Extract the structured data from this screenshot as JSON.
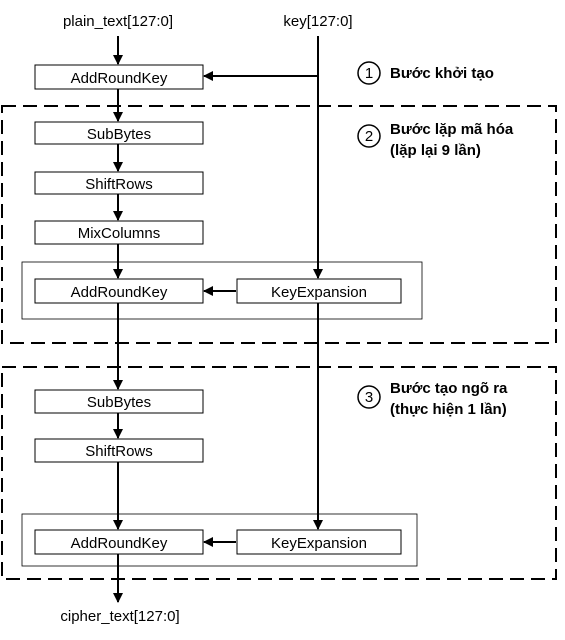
{
  "inputs": {
    "plain_text": "plain_text[127:0]",
    "key": "key[127:0]"
  },
  "output": {
    "cipher_text": "cipher_text[127:0]"
  },
  "stage1": {
    "number": "1",
    "title": "Bước khởi tạo",
    "add_round_key": "AddRoundKey"
  },
  "stage2": {
    "number": "2",
    "title_line1": "Bước lặp mã hóa",
    "title_line2": "(lặp lại 9 lần)",
    "sub_bytes": "SubBytes",
    "shift_rows": "ShiftRows",
    "mix_columns": "MixColumns",
    "add_round_key": "AddRoundKey",
    "key_expansion": "KeyExpansion"
  },
  "stage3": {
    "number": "3",
    "title_line1": "Bước tạo ngõ ra",
    "title_line2": "(thực hiện 1 lần)",
    "sub_bytes": "SubBytes",
    "shift_rows": "ShiftRows",
    "add_round_key": "AddRoundKey",
    "key_expansion": "KeyExpansion"
  }
}
